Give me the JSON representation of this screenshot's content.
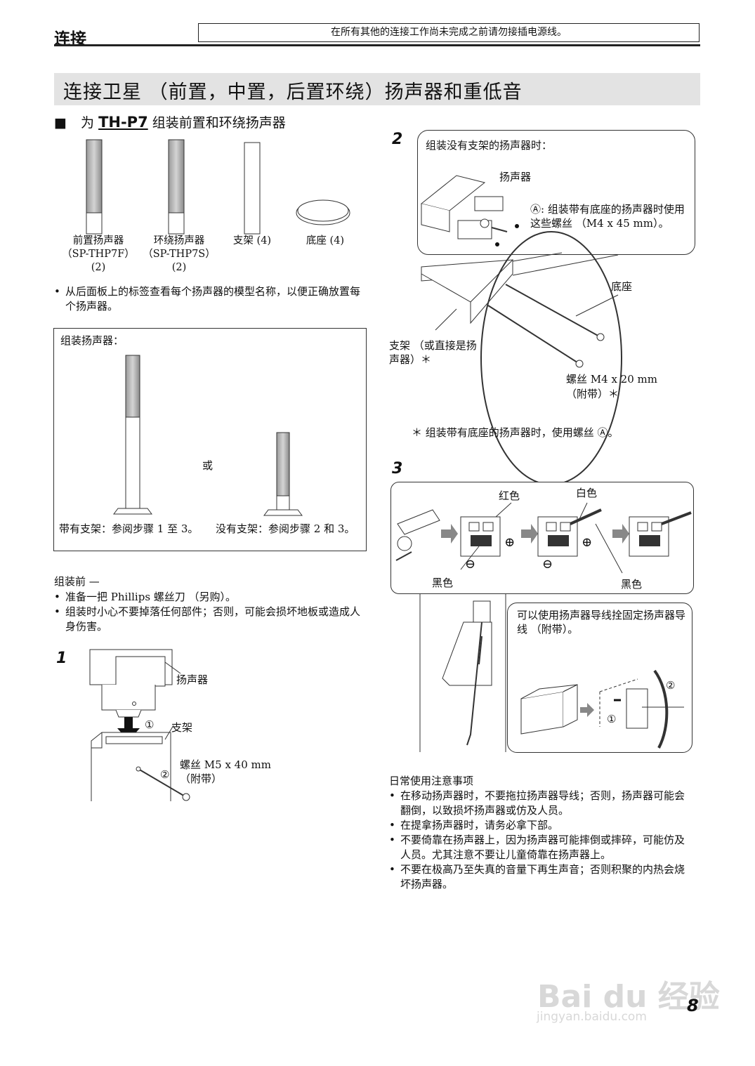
{
  "header": {
    "title": "连接",
    "note": "在所有其他的连接工作尚未完成之前请勿接插电源线。"
  },
  "section": {
    "title": "连接卫星 （前置，中置，后置环绕）扬声器和重低音"
  },
  "subhead": {
    "prefix": "为",
    "model": "TH-P7",
    "suffix": "组装前置和环绕扬声器"
  },
  "parts": [
    {
      "label": "前置扬声器",
      "model": "（SP-THP7F）",
      "qty": "(2)"
    },
    {
      "label": "环绕扬声器",
      "model": "（SP-THP7S）",
      "qty": "(2)"
    },
    {
      "label": "支架 (4)"
    },
    {
      "label": "底座 (4)"
    }
  ],
  "model_check_bullet": "从后面板上的标签查看每个扬声器的模型名称，以便正确放置每个扬声器。",
  "assembly_box": {
    "title": "组装扬声器：",
    "or": "或",
    "with_stand": "带有支架：参阅步骤 1 至 3。",
    "without_stand": "没有支架：参阅步骤 2 和 3。"
  },
  "before": {
    "heading": "组装前 —",
    "bullets": [
      "准备一把 Phillips 螺丝刀 （另购）。",
      "组装时小心不要掉落任何部件；否则，可能会损坏地板或造成人身伤害。"
    ]
  },
  "step1": {
    "num": "1",
    "speaker": "扬声器",
    "stand": "支架",
    "screw": "螺丝 M5 x 40 mm",
    "supplied": "（附带）",
    "c1": "①",
    "c2": "②"
  },
  "step2": {
    "num": "2",
    "bubble_title": "组装没有支架的扬声器时：",
    "speaker": "扬声器",
    "note_a": "Ⓐ: 组装带有底座的扬声器时使用这些螺丝 （M4 x 45 mm）。",
    "base": "底座",
    "stand": "支架 （或直接是扬声器）＊",
    "screw": "螺丝 M4 x 20 mm",
    "supplied": "（附带）＊",
    "footnote": "＊ 组装带有底座的扬声器时，使用螺丝 Ⓐ。"
  },
  "step3": {
    "num": "3",
    "red": "红色",
    "white": "白色",
    "black_left": "黑色",
    "black_right": "黑色",
    "plus": "⊕",
    "minus": "⊖",
    "clip_note": "可以使用扬声器导线拴固定扬声器导线 （附带）。",
    "c1": "①",
    "c2": "②"
  },
  "daily": {
    "heading": "日常使用注意事项",
    "bullets": [
      "在移动扬声器时，不要拖拉扬声器导线；否则，扬声器可能会翻倒，以致损坏扬声器或仿及人员。",
      "在提拿扬声器时，请务必拿下部。",
      "不要倚靠在扬声器上，因为扬声器可能摔倒或摔碎，可能仿及人员。尤其注意不要让儿童倚靠在扬声器上。",
      "不要在极高乃至失真的音量下再生声音；否则积聚的内热会烧坏扬声器。"
    ]
  },
  "page_number": "8",
  "watermark": {
    "brand": "Bai du 经验",
    "url": "jingyan.baidu.com"
  }
}
